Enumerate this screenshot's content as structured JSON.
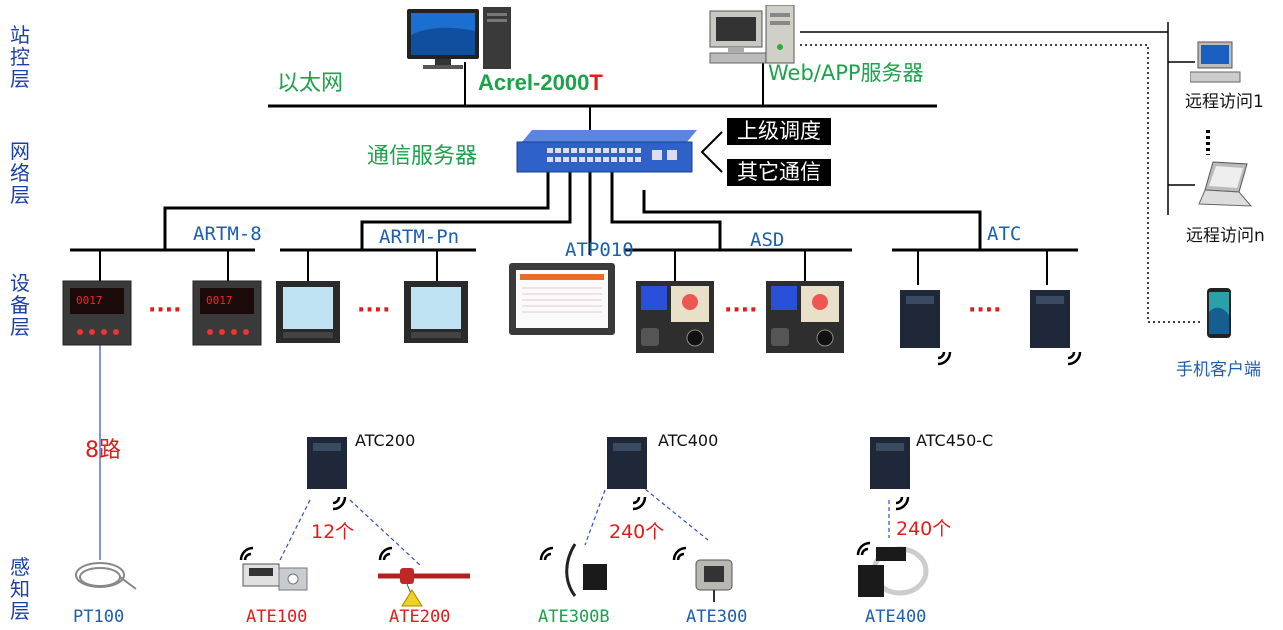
{
  "layers": {
    "station": "站控层",
    "network": "网络层",
    "device": "设备层",
    "sensing": "感知层"
  },
  "station": {
    "ethernet": "以太网",
    "acrel_prefix": "Acrel-2000",
    "acrel_suffix": "T",
    "web_server": "Web/APP服务器"
  },
  "network": {
    "comm_server": "通信服务器",
    "upper_dispatch": "上级调度",
    "other_comm": "其它通信"
  },
  "remote": {
    "access1": "远程访问1",
    "accessn": "远程访问n",
    "mobile": "手机客户端"
  },
  "devices": {
    "artm8": "ARTM-8",
    "artmpn": "ARTM-Pn",
    "atp010": "ATP010",
    "asd": "ASD",
    "atc": "ATC",
    "ellipsis": "····"
  },
  "collectors": {
    "atc200": "ATC200",
    "atc400": "ATC400",
    "atc450": "ATC450-C",
    "count12": "12个",
    "count240a": "240个",
    "count240b": "240个",
    "route8": "8路"
  },
  "sensors": {
    "pt100": "PT100",
    "ate100": "ATE100",
    "ate200": "ATE200",
    "ate300b": "ATE300B",
    "ate300": "ATE300",
    "ate400": "ATE400"
  },
  "colors": {
    "layer_text": "#1b3fa8",
    "green_text": "#1aa34a",
    "blue_text": "#1b5fb0",
    "red_text": "#e31b1b",
    "switch_body": "#2f62c8"
  }
}
